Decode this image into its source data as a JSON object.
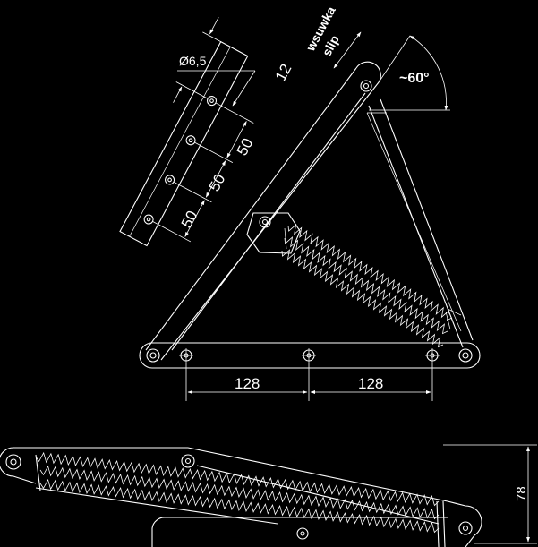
{
  "labels": {
    "hole_diameter": "Ø6,5",
    "offset": "12",
    "spacing_a": "50",
    "spacing_b": "50",
    "spacing_c": "50",
    "slip_pl": "wsuwka",
    "slip_en": "slip",
    "angle": "~60°",
    "base_left": "128",
    "base_right": "128",
    "height": "78"
  }
}
